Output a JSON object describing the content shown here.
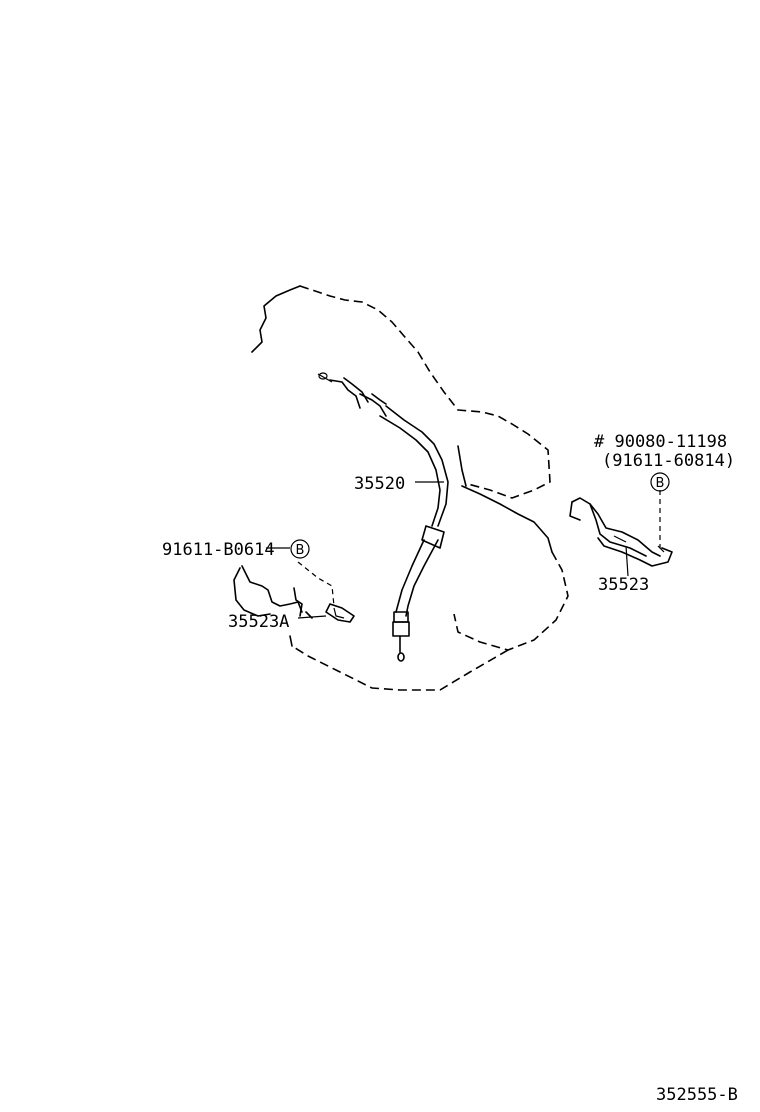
{
  "labels": {
    "cable": "35520",
    "bolt_left": "91611-B0614",
    "bracket_left": "35523A",
    "bolt_right_main": "# 90080-11198",
    "bolt_right_alt": "(91611-60814)",
    "bracket_right": "35523",
    "diagram_code": "352555-B"
  },
  "markers": {
    "left": "B",
    "right": "B"
  }
}
